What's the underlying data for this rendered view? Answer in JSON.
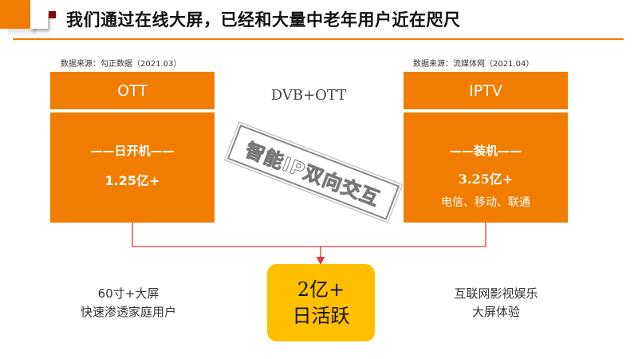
{
  "header": {
    "title": "我们通过在线大屏，已经和大量中老年用户近在咫尺",
    "accent": "#f07d00"
  },
  "left_column": {
    "source": "数据来源：勾正数据（2021.03）",
    "label": "OTT",
    "metric": "——日开机——",
    "value": "1.25亿+"
  },
  "right_column": {
    "source": "数据来源：流媒体网（2021.04）",
    "label": "IPTV",
    "metric": "——装机——",
    "value": "3.25亿+",
    "carriers": "电信、移动、联通"
  },
  "center": {
    "label": "DVB+OTT",
    "stamp": "智能IP双向交互"
  },
  "total": {
    "line1": "2亿+",
    "line2": "日活跃",
    "color": "#ffc000"
  },
  "bottom_left": {
    "line1": "60寸+大屏",
    "line2": "快速渗透家庭用户"
  },
  "bottom_right": {
    "line1": "互联网影视娱乐",
    "line2": "大屏体验"
  }
}
